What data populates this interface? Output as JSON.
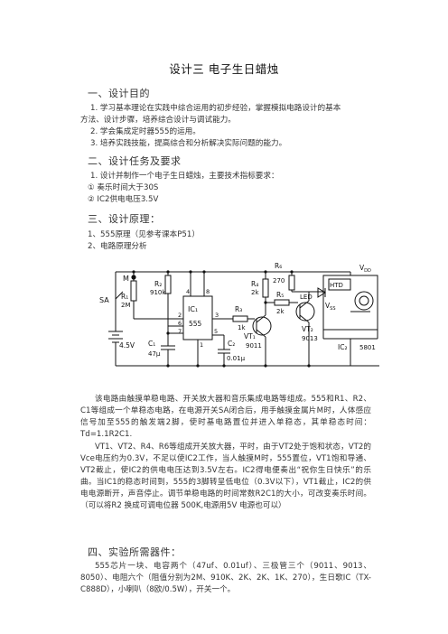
{
  "title": "设计三  电子生日蜡烛",
  "s1": {
    "heading": "一、设计目的",
    "line1a": "1. 学习基本理论在实践中综合运用的初步经验，掌握模拟电路设计的基本",
    "line1b": "方法、设计步骤，培养综合设计与调试能力。",
    "line2": "2. 学会集成定时器555的运用。",
    "line3": "3. 培养实践技能，提高综合和分析解决实际问题的能力。"
  },
  "s2": {
    "heading": "二、设计任务及要求",
    "line1": "1. 设计并制作一个电子生日蜡烛，主要技术指标要求：",
    "line2": "① 奏乐时间大于30S",
    "line3": "② IC2供电电压3.5V"
  },
  "s3": {
    "heading": "三、设计原理：",
    "line1": "1、555原理（见参考课本P51）",
    "line2": "2、电路原理分析"
  },
  "circuit": {
    "sa": "SA",
    "m": "M",
    "r1": "R₁",
    "r1v": "2M",
    "r2": "R₂",
    "r2v": "910k",
    "ic1": "IC₁",
    "ic1v": "555",
    "pin4": "4",
    "pin8": "8",
    "pin2": "2",
    "pin6": "6",
    "pin7": "7",
    "pin1": "1",
    "pin5": "5",
    "pin3": "3",
    "r3": "R₃",
    "r3v": "1k",
    "c1": "C₁",
    "c1v": "47μ",
    "c2": "C₂",
    "c2v": "0.01μ",
    "bat": "4.5V",
    "vt1": "VT₁",
    "vt1v": "9011",
    "r4": "R₄",
    "r4v": "2k",
    "r5": "R₅",
    "r5v": "2k",
    "r6": "R₆",
    "r6v": "270",
    "led": "LED",
    "vt2": "VT₂",
    "vt2v": "9013",
    "htd": "HTD",
    "vdd": "V",
    "vdd_sub": "DD",
    "vss": "V",
    "vss_sub": "SS",
    "ic2": "IC₂",
    "ic2v": "5801"
  },
  "analysis": {
    "p1": "该电路由触摸单稳电路、开关放大器和音乐集成电路等组成。555和R1、R2、C1等组成一个单稳态电路，在电源开关SA闭合后，用手触摸金属片M时，人体感应信号加至555的触发端2脚，使时基电路置位并进入单稳态，其单稳态时间：Td=1.1R2C1.",
    "p2": "VT1、VT2、R4、R6等组成开关放大器，平时，由于VT2处于饱和状态，VT2的Vce电压约为0.3V，不足以使IC2工作，当人触摸M时，555置位，VT1饱和导通、VT2截止，使IC2的供电电压达到3.5V左右。IC2得电便奏出“祝你生日快乐”的乐曲。当IC1的稳态时间到，555的3脚转呈低电位（0.3V以下），VT1截止，IC2的供电电源断开，声音停止。调节单稳电路的时间常数R2C1的大小，可改变奏乐时间。（可以将R2 换成可调电位器 500K,电源用5V 电源也可以）"
  },
  "s4": {
    "heading": "四、实验所需器件：",
    "p1": "555芯片一块、电容两个（47uf、0.01uf）、三极管三个（9011、9013、8050）、电阻六个（阻值分别为2M、910K、2K、2K、1K、270），生日歌IC（TX-C888D），小喇叭（8欧/0.5W），开关一个。"
  }
}
